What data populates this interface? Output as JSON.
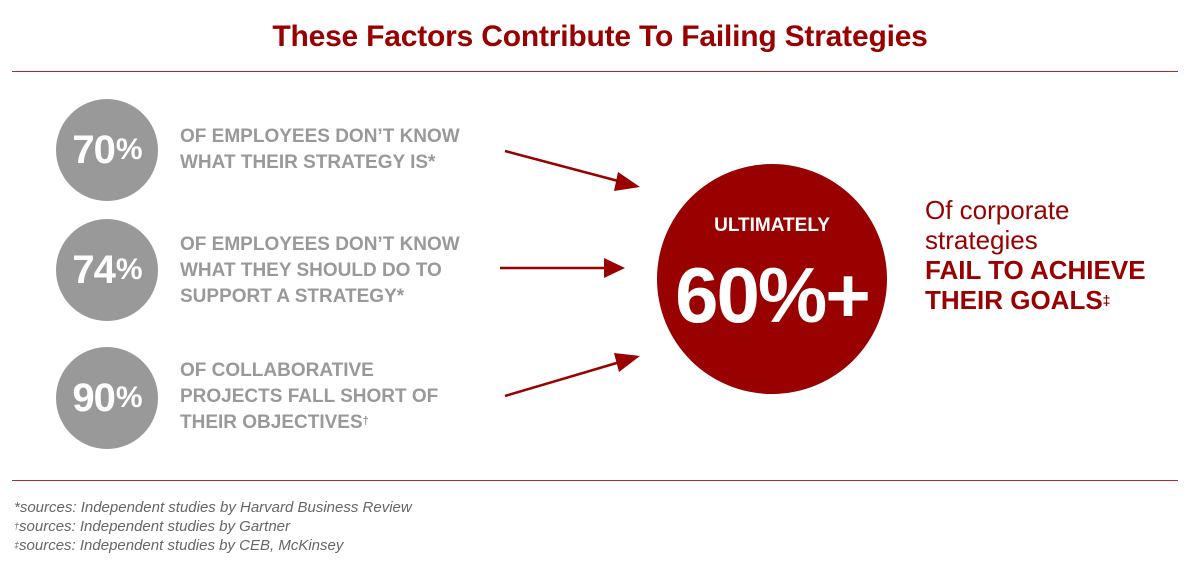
{
  "title": "These Factors Contribute To Failing Strategies",
  "colors": {
    "accent": "#990000",
    "gray": "#999999",
    "rule": "#b02a2a"
  },
  "stats": [
    {
      "number": "70",
      "unit": "%",
      "lines": [
        "OF EMPLOYEES DON’T KNOW",
        "WHAT THEIR STRATEGY IS*"
      ]
    },
    {
      "number": "74",
      "unit": "%",
      "lines": [
        "OF EMPLOYEES DON’T KNOW",
        "WHAT THEY SHOULD DO TO",
        "SUPPORT A STRATEGY*"
      ]
    },
    {
      "number": "90",
      "unit": "%",
      "lines": [
        "OF COLLABORATIVE",
        "PROJECTS FALL SHORT OF",
        "THEIR OBJECTIVES"
      ],
      "mark": "†"
    }
  ],
  "result": {
    "kicker": "ULTIMATELY",
    "figure": "60%+",
    "line1": "Of corporate",
    "line2": "strategies",
    "strong1": "FAIL TO ACHIEVE",
    "strong2": "THEIR GOALS",
    "mark": "‡"
  },
  "sources": [
    {
      "mark": "*",
      "text": "sources: Independent studies by Harvard Business Review"
    },
    {
      "mark": "†",
      "text": "sources: Independent studies by Gartner"
    },
    {
      "mark": "‡",
      "text": "sources: Independent studies by CEB, McKinsey"
    }
  ]
}
